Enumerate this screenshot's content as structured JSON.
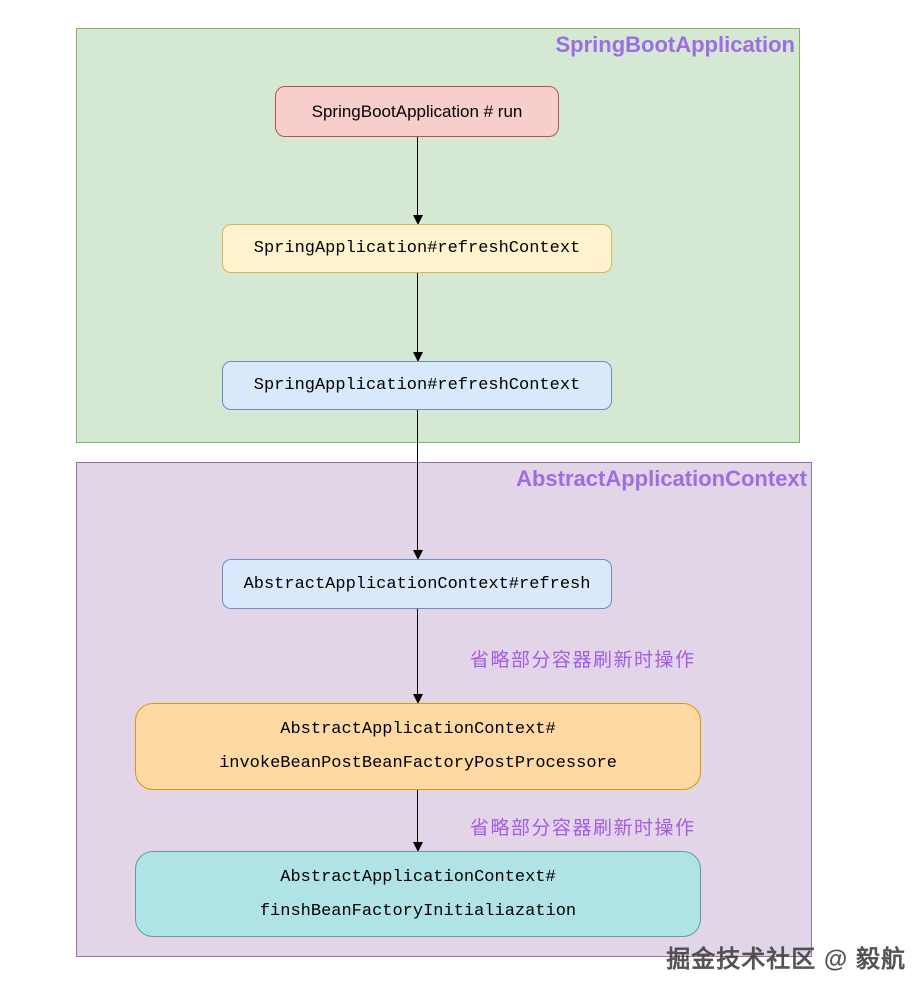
{
  "diagram": {
    "groups": [
      {
        "label": "SpringBootApplication"
      },
      {
        "label": "AbstractApplicationContext"
      }
    ],
    "nodes": [
      {
        "label": "SpringBootApplication # run"
      },
      {
        "label": "SpringApplication#refreshContext"
      },
      {
        "label": "SpringApplication#refreshContext"
      },
      {
        "label": "AbstractApplicationContext#refresh"
      },
      {
        "line1": "AbstractApplicationContext#",
        "line2": "invokeBeanPostBeanFactoryPostProcessore"
      },
      {
        "line1": "AbstractApplicationContext#",
        "line2": "finshBeanFactoryInitialiazation"
      }
    ],
    "annotations": [
      {
        "text": "省略部分容器刷新时操作"
      },
      {
        "text": "省略部分容器刷新时操作"
      }
    ],
    "watermark": "掘金技术社区 @ 毅航",
    "colors": {
      "green_fill": "#d5e8d4",
      "green_border": "#82b366",
      "purple_fill": "#e1d5e7",
      "purple_border": "#9673a6",
      "pink_fill": "#f8cecc",
      "pink_border": "#b85450",
      "yellow_fill": "#fff2cc",
      "yellow_border": "#d6b656",
      "blue_fill": "#dae8fc",
      "blue_border": "#6c8ebf",
      "orange_fill": "#ffd9a3",
      "orange_border": "#d79b00",
      "teal_fill": "#b0e3e6",
      "teal_border": "#679a9f",
      "title_color": "#9b6ee3",
      "annotation_color": "#a55ce3"
    }
  }
}
